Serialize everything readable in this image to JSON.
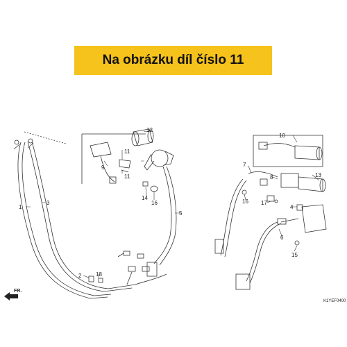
{
  "banner": {
    "text": "Na obrázku díl číslo 11",
    "color": "#f6c21c"
  },
  "diagram": {
    "direction_label": "FR.",
    "drawing_code": "K1YEF0400",
    "callouts": {
      "c1": "1",
      "c2": "2",
      "c3": "3",
      "c4": "4",
      "c5": "5",
      "c6": "6",
      "c7": "7",
      "c8": "8",
      "c9": "9",
      "c10": "10",
      "c11a": "11",
      "c11b": "11",
      "c12": "12",
      "c13": "13",
      "c14": "14",
      "c15": "15",
      "c16": "16",
      "c17": "17",
      "c18": "18"
    }
  }
}
